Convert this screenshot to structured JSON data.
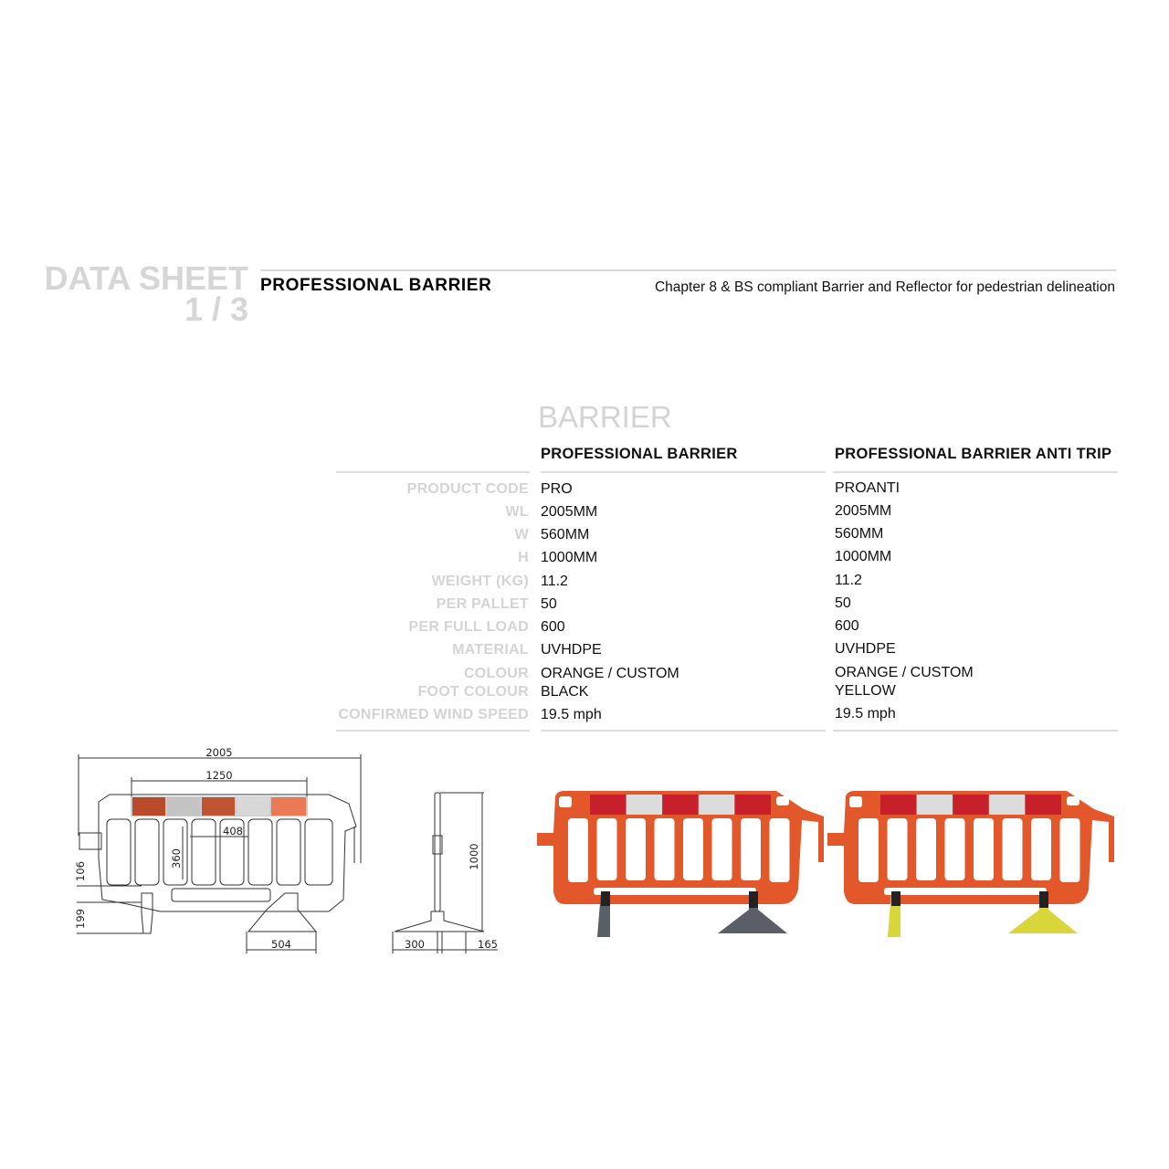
{
  "header": {
    "data_sheet": "DATA SHEET",
    "page": "1 / 3",
    "title": "PROFESSIONAL BARRIER",
    "subtitle": "Chapter 8 & BS compliant Barrier and Reflector for pedestrian delineation"
  },
  "section": "BARRIER",
  "columns": [
    "PROFESSIONAL BARRIER",
    "PROFESSIONAL BARRIER ANTI TRIP"
  ],
  "rows": [
    {
      "label": "PRODUCT CODE",
      "a": "PRO",
      "b": "PROANTI"
    },
    {
      "label": "WL",
      "a": "2005MM",
      "b": "2005MM"
    },
    {
      "label": "W",
      "a": "560MM",
      "b": "560MM"
    },
    {
      "label": "H",
      "a": "1000MM",
      "b": "1000MM"
    },
    {
      "label": "WEIGHT (KG)",
      "a": "11.2",
      "b": "11.2"
    },
    {
      "label": "PER PALLET",
      "a": "50",
      "b": "50"
    },
    {
      "label": "PER FULL LOAD",
      "a": "600",
      "b": "600"
    },
    {
      "label": "MATERIAL",
      "a": "UVHDPE",
      "b": "UVHDPE"
    },
    {
      "label": "COLOUR",
      "a": "ORANGE / CUSTOM",
      "b": "ORANGE / CUSTOM"
    },
    {
      "label": "FOOT COLOUR",
      "a": "BLACK",
      "b": "YELLOW"
    },
    {
      "label": "CONFIRMED WIND SPEED",
      "a": "19.5 mph",
      "b": "19.5 mph"
    }
  ],
  "drawing": {
    "d2005": "2005",
    "d1250": "1250",
    "d408": "408",
    "d360": "360",
    "d106": "106",
    "d199": "199",
    "d504": "504",
    "d1000": "1000",
    "d300": "300",
    "d165": "165"
  },
  "colors": {
    "orange": "#e2582a",
    "red": "#c8202a",
    "white_panel": "#dcdcdc",
    "black_foot": "#5a5e66",
    "yellow_foot": "#d8d63a"
  }
}
